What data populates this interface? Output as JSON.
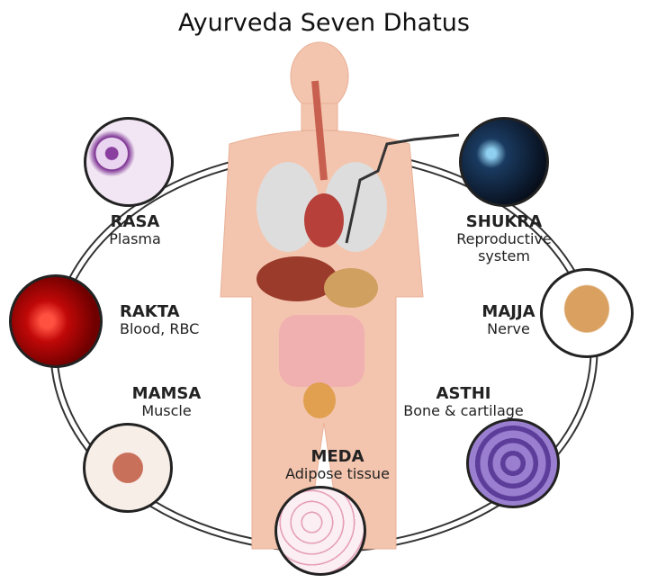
{
  "title": "Ayurveda Seven Dhatus",
  "dhatus": [
    {
      "name": "RASA",
      "desc": "Plasma",
      "color": "#b46ac0"
    },
    {
      "name": "RAKTA",
      "desc": "Blood, RBC",
      "color": "#d01010"
    },
    {
      "name": "MAMSA",
      "desc": "Muscle",
      "color": "#c8705a"
    },
    {
      "name": "MEDA",
      "desc": "Adipose tissue",
      "color": "#f2c6d4"
    },
    {
      "name": "ASTHI",
      "desc": "Bone & cartilage",
      "color": "#8a6cc0"
    },
    {
      "name": "MAJJA",
      "desc": "Nerve",
      "color": "#d9a060"
    },
    {
      "name": "SHUKRA",
      "desc1": "Reproductive",
      "desc2": "system",
      "color": "#1a3a60"
    }
  ]
}
